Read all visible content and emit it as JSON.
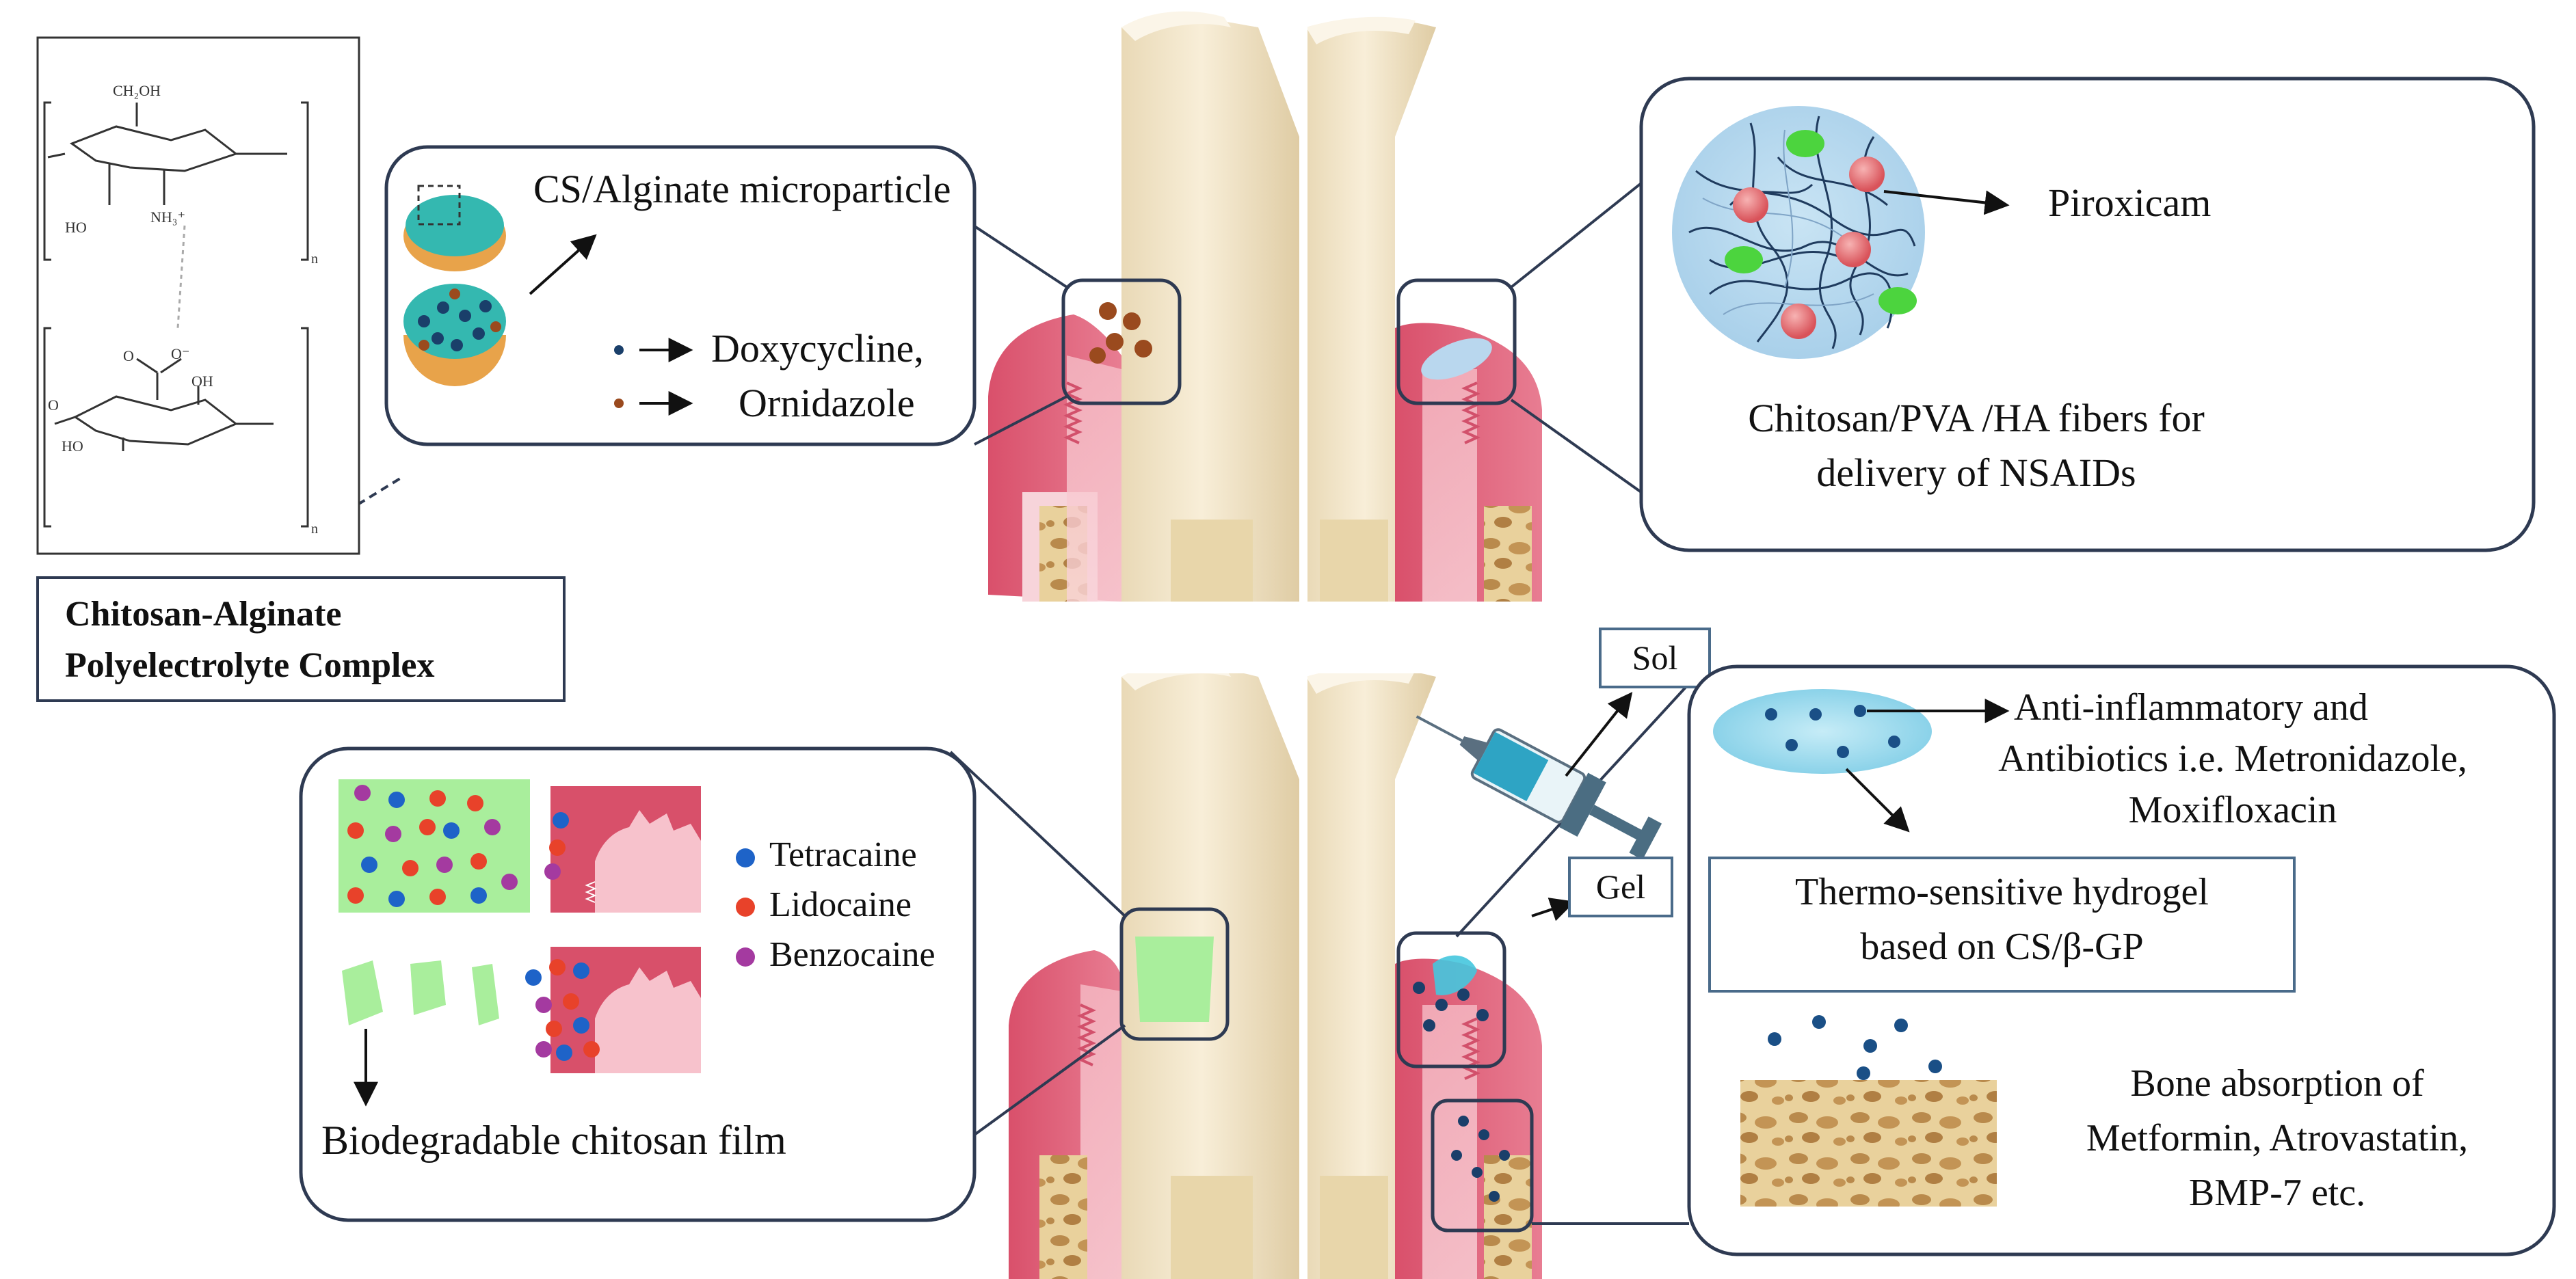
{
  "complex": {
    "title_line1": "Chitosan-Alginate",
    "title_line2": "Polyelectrolyte Complex",
    "chem": {
      "ch2oh": "CH₂OH",
      "ho_top": "HO",
      "nh3": "NH₃⁺",
      "n_top": "n",
      "o_minus": "O⁻",
      "o_carbonyl": "O",
      "oh": "OH",
      "ho_bottom": "HO",
      "o_left": "O",
      "n_bottom": "n"
    }
  },
  "panel_microparticle": {
    "title": "CS/Alginate microparticle",
    "drug1": "Doxycycline,",
    "drug2": "Ornidazole"
  },
  "panel_fibers": {
    "drug": "Piroxicam",
    "caption_line1": "Chitosan/PVA /HA fibers for",
    "caption_line2": "delivery of NSAIDs"
  },
  "panel_film": {
    "legend": [
      "Tetracaine",
      "Lidocaine",
      "Benzocaine"
    ],
    "caption": "Biodegradable chitosan film"
  },
  "injection": {
    "sol": "Sol",
    "gel": "Gel"
  },
  "panel_hydrogel": {
    "drugs_line1": "Anti-inflammatory and",
    "drugs_line2": "Antibiotics i.e. Metronidazole,",
    "drugs_line3": "Moxifloxacin",
    "hydrogel_line1": "Thermo-sensitive hydrogel",
    "hydrogel_line2": "based on CS/β-GP",
    "bone_line1": "Bone absorption of",
    "bone_line2": "Metformin, Atrovastatin,",
    "bone_line3": "BMP-7 etc."
  },
  "colors": {
    "gum": "#e5788a",
    "gum_light": "#f2a9b6",
    "tooth": "#f3e6c8",
    "tooth_shade": "#dccba4",
    "bone": "#ecd9a8",
    "panel_stroke": "#2e3a52",
    "teal": "#34b8b0",
    "blue_dot": "#1e63c8",
    "red_dot": "#e8422a",
    "purple_dot": "#a43aa0",
    "brown_dot": "#9a4a1e",
    "film_green": "#a9ee9c",
    "hydrogel_blue": "#9ad7ec"
  }
}
